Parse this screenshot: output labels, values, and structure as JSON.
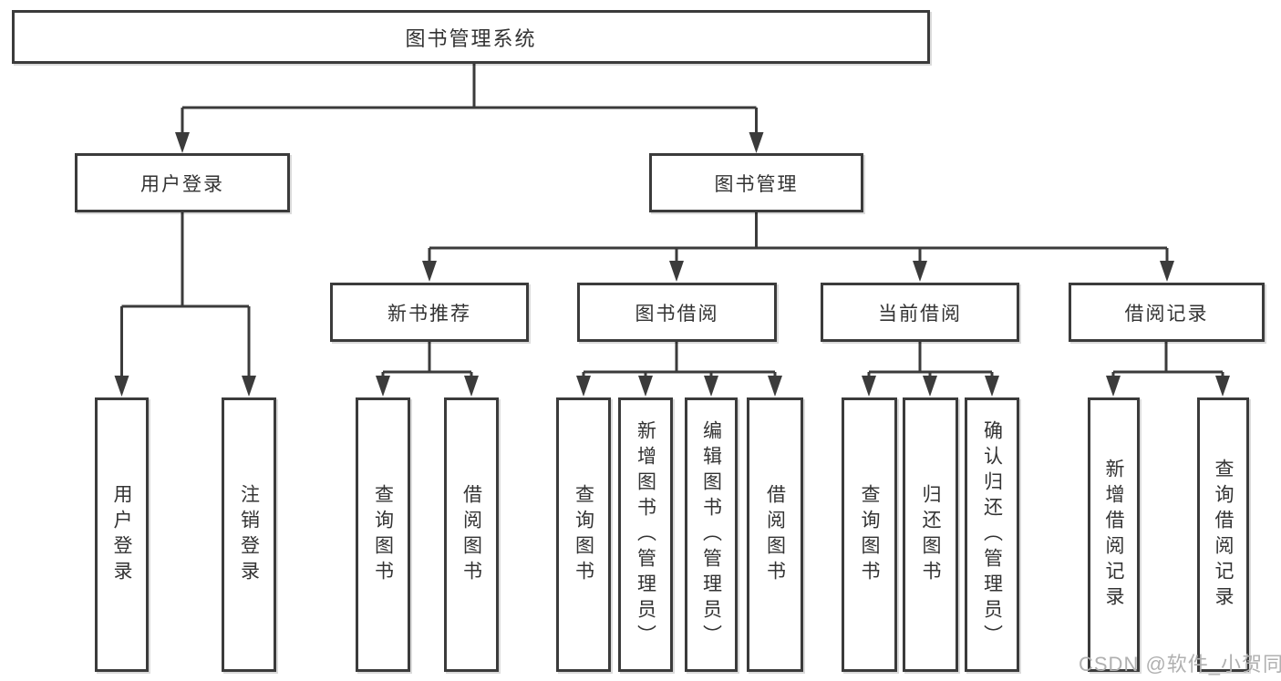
{
  "diagram_title": "图书管理系统",
  "colors": {
    "line": "#3b3b3b",
    "text": "#333333",
    "box_background": "#ffffff",
    "watermark": "#b0b0b0"
  },
  "nodes": {
    "root": "图书管理系统",
    "user_login": "用户登录",
    "book_management": "图书管理",
    "new_book_recommend": "新书推荐",
    "book_borrow": "图书借阅",
    "current_borrow": "当前借阅",
    "borrow_records": "借阅记录",
    "leaf_user_login": "用户登录",
    "leaf_logout": "注销登录",
    "leaf_nb_query_books": "查询图书",
    "leaf_nb_borrow_books": "借阅图书",
    "leaf_bb_query_books": "查询图书",
    "leaf_bb_add_books_admin": "新增图书（管理员）",
    "leaf_bb_edit_books_admin": "编辑图书（管理员）",
    "leaf_bb_borrow_books": "借阅图书",
    "leaf_cb_query_books": "查询图书",
    "leaf_cb_return_books": "归还图书",
    "leaf_cb_confirm_return_admin": "确认归还（管理员）",
    "leaf_br_add_record": "新增借阅记录",
    "leaf_br_query_record": "查询借阅记录"
  },
  "watermark": "CSDN @软件_小贺同学"
}
